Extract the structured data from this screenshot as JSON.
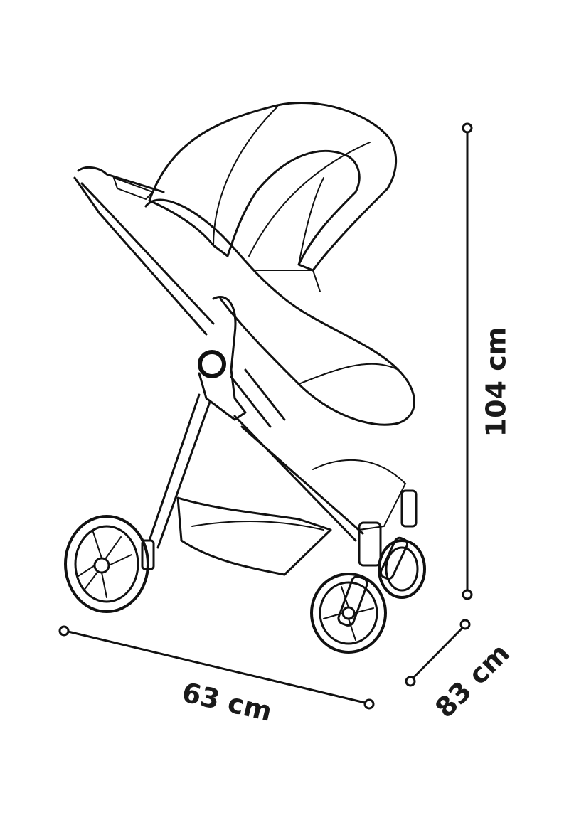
{
  "dimensions": {
    "height": "104 cm",
    "width": "63 cm",
    "depth": "83 cm"
  },
  "colors": {
    "line": "#111111",
    "background": "#ffffff"
  }
}
